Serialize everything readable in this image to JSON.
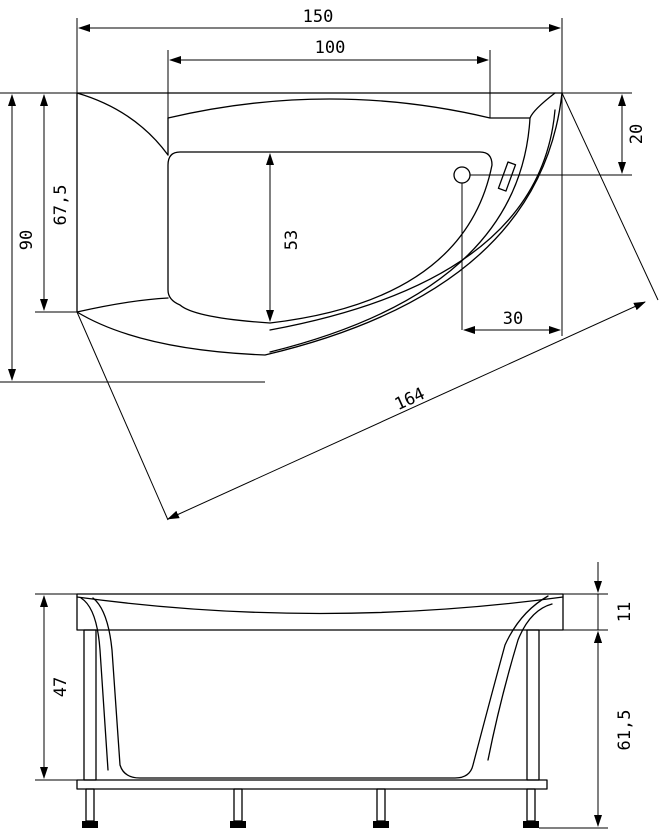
{
  "top_view": {
    "dim_width_total": "150",
    "dim_width_inner": "100",
    "dim_height_total": "90",
    "dim_height_side": "67,5",
    "dim_inner_depth": "53",
    "dim_corner_offset": "20",
    "dim_drain_offset": "30",
    "dim_diagonal": "164"
  },
  "side_view": {
    "dim_total_height": "47",
    "dim_rim": "11",
    "dim_body_height": "61,5"
  }
}
